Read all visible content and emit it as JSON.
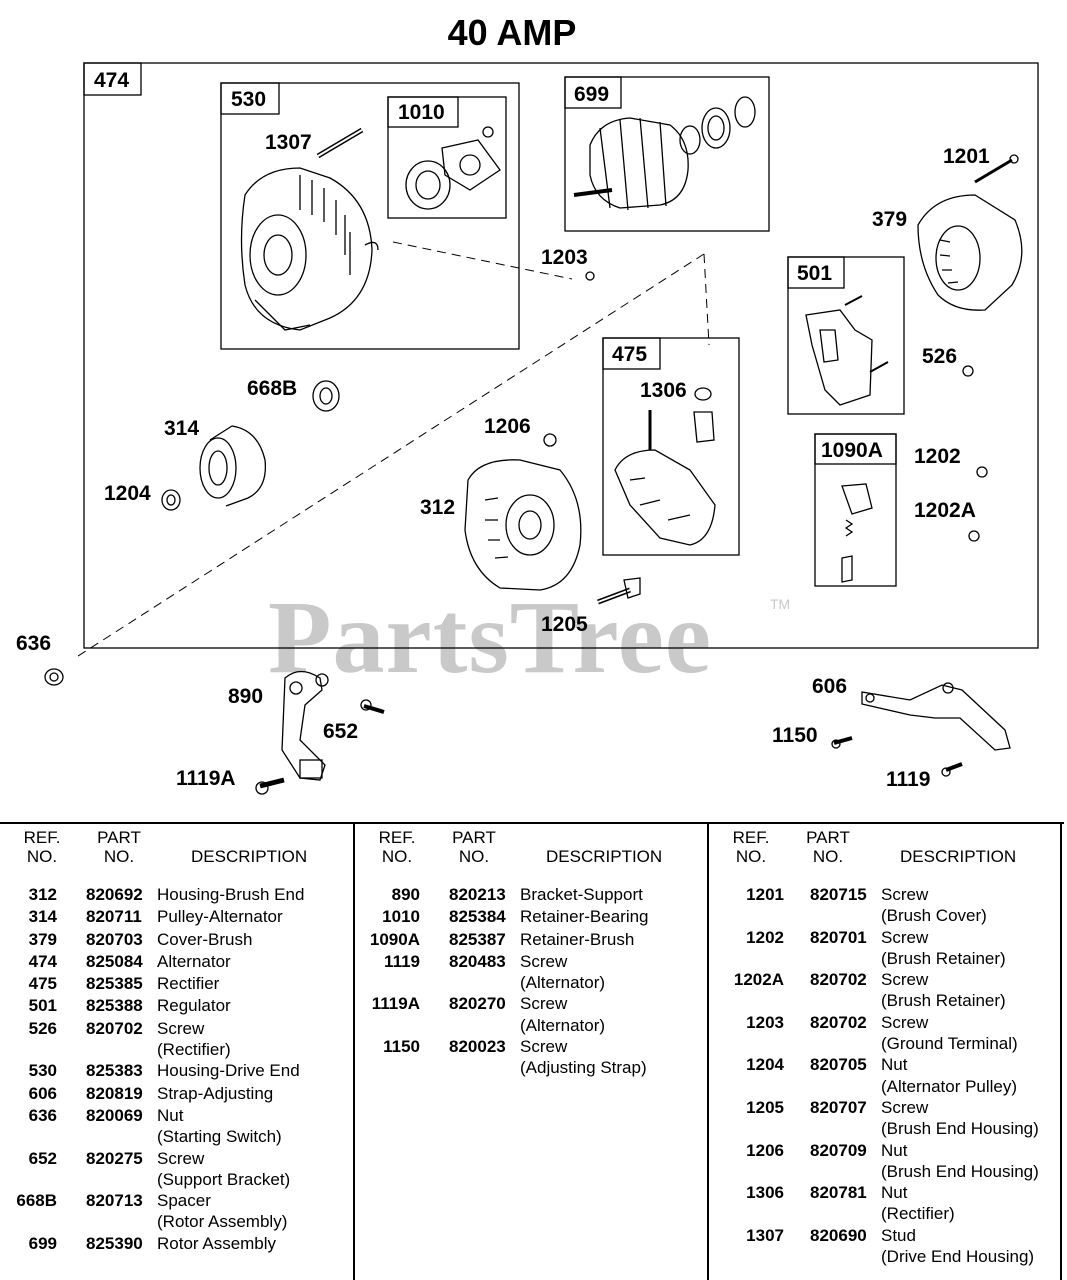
{
  "title": "40 AMP",
  "watermark": "PartsTree",
  "watermark_tm": "TM",
  "box_labels": {
    "b474": "474",
    "b530": "530",
    "b1010": "1010",
    "b699": "699",
    "b501": "501",
    "b475": "475",
    "b1090a": "1090A"
  },
  "callouts": {
    "c1307": "1307",
    "c1201": "1201",
    "c379": "379",
    "c1203": "1203",
    "c668b": "668B",
    "c314": "314",
    "c1204": "1204",
    "c1306": "1306",
    "c1206": "1206",
    "c526": "526",
    "c312": "312",
    "c1202": "1202",
    "c1202a": "1202A",
    "c1205": "1205",
    "c636": "636",
    "c890": "890",
    "c652": "652",
    "c1119a": "1119A",
    "c606": "606",
    "c1150": "1150",
    "c1119": "1119"
  },
  "table": {
    "headers": {
      "ref1": "REF.",
      "ref2": "NO.",
      "part1": "PART",
      "part2": "NO.",
      "desc": "DESCRIPTION"
    },
    "columns": [
      [
        {
          "ref": "312",
          "part": "820692",
          "desc": [
            "Housing-Brush End"
          ]
        },
        {
          "ref": "314",
          "part": "820711",
          "desc": [
            "Pulley-Alternator"
          ]
        },
        {
          "ref": "379",
          "part": "820703",
          "desc": [
            "Cover-Brush"
          ]
        },
        {
          "ref": "474",
          "part": "825084",
          "desc": [
            "Alternator"
          ]
        },
        {
          "ref": "475",
          "part": "825385",
          "desc": [
            "Rectifier"
          ]
        },
        {
          "ref": "501",
          "part": "825388",
          "desc": [
            "Regulator"
          ]
        },
        {
          "ref": "526",
          "part": "820702",
          "desc": [
            "Screw",
            "(Rectifier)"
          ]
        },
        {
          "ref": "530",
          "part": "825383",
          "desc": [
            "Housing-Drive End"
          ]
        },
        {
          "ref": "606",
          "part": "820819",
          "desc": [
            "Strap-Adjusting"
          ]
        },
        {
          "ref": "636",
          "part": "820069",
          "desc": [
            "Nut",
            "(Starting Switch)"
          ]
        },
        {
          "ref": "652",
          "part": "820275",
          "desc": [
            "Screw",
            "(Support Bracket)"
          ]
        },
        {
          "ref": "668B",
          "part": "820713",
          "desc": [
            "Spacer",
            "(Rotor Assembly)"
          ]
        },
        {
          "ref": "699",
          "part": "825390",
          "desc": [
            "Rotor Assembly"
          ]
        }
      ],
      [
        {
          "ref": "890",
          "part": "820213",
          "desc": [
            "Bracket-Support"
          ]
        },
        {
          "ref": "1010",
          "part": "825384",
          "desc": [
            "Retainer-Bearing"
          ]
        },
        {
          "ref": "1090A",
          "part": "825387",
          "desc": [
            "Retainer-Brush"
          ]
        },
        {
          "ref": "1119",
          "part": "820483",
          "desc": [
            "Screw",
            "(Alternator)"
          ]
        },
        {
          "ref": "1119A",
          "part": "820270",
          "desc": [
            "Screw",
            "(Alternator)"
          ]
        },
        {
          "ref": "1150",
          "part": "820023",
          "desc": [
            "Screw",
            "(Adjusting Strap)"
          ]
        }
      ],
      [
        {
          "ref": "1201",
          "part": "820715",
          "desc": [
            "Screw",
            "(Brush Cover)"
          ]
        },
        {
          "ref": "1202",
          "part": "820701",
          "desc": [
            "Screw",
            "(Brush Retainer)"
          ]
        },
        {
          "ref": "1202A",
          "part": "820702",
          "desc": [
            "Screw",
            "(Brush Retainer)"
          ]
        },
        {
          "ref": "1203",
          "part": "820702",
          "desc": [
            "Screw",
            "(Ground Terminal)"
          ]
        },
        {
          "ref": "1204",
          "part": "820705",
          "desc": [
            "Nut",
            "(Alternator Pulley)"
          ]
        },
        {
          "ref": "1205",
          "part": "820707",
          "desc": [
            "Screw",
            "(Brush End Housing)"
          ]
        },
        {
          "ref": "1206",
          "part": "820709",
          "desc": [
            "Nut",
            "(Brush End Housing)"
          ]
        },
        {
          "ref": "1306",
          "part": "820781",
          "desc": [
            "Nut",
            "(Rectifier)"
          ]
        },
        {
          "ref": "1307",
          "part": "820690",
          "desc": [
            "Stud",
            "(Drive End Housing)"
          ]
        }
      ]
    ]
  }
}
